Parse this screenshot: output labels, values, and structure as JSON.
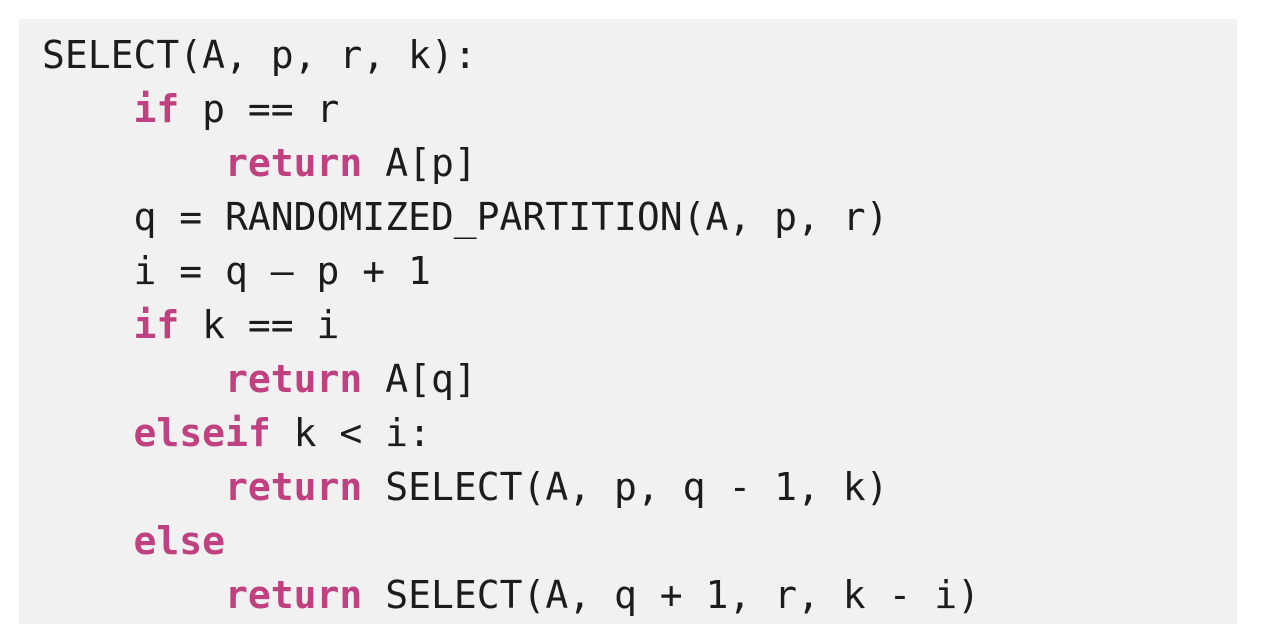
{
  "page": {
    "background": "#ffffff"
  },
  "code_block": {
    "language": "pseudocode",
    "background": "#f1f1f2",
    "text_color": "#1c1c1c",
    "keyword_color": "#c0417f",
    "lines": [
      {
        "segments": [
          {
            "t": "SELECT(A, p, r, k):",
            "k": false
          }
        ]
      },
      {
        "segments": [
          {
            "t": "    ",
            "k": false
          },
          {
            "t": "if",
            "k": true
          },
          {
            "t": " p == r",
            "k": false
          }
        ]
      },
      {
        "segments": [
          {
            "t": "        ",
            "k": false
          },
          {
            "t": "return",
            "k": true
          },
          {
            "t": " A[p]",
            "k": false
          }
        ]
      },
      {
        "segments": [
          {
            "t": "    q = RANDOMIZED_PARTITION(A, p, r)",
            "k": false
          }
        ]
      },
      {
        "segments": [
          {
            "t": "    i = q – p + 1",
            "k": false
          }
        ]
      },
      {
        "segments": [
          {
            "t": "    ",
            "k": false
          },
          {
            "t": "if",
            "k": true
          },
          {
            "t": " k == i",
            "k": false
          }
        ]
      },
      {
        "segments": [
          {
            "t": "        ",
            "k": false
          },
          {
            "t": "return",
            "k": true
          },
          {
            "t": " A[q]",
            "k": false
          }
        ]
      },
      {
        "segments": [
          {
            "t": "    ",
            "k": false
          },
          {
            "t": "elseif",
            "k": true
          },
          {
            "t": " k < i:",
            "k": false
          }
        ]
      },
      {
        "segments": [
          {
            "t": "        ",
            "k": false
          },
          {
            "t": "return",
            "k": true
          },
          {
            "t": " SELECT(A, p, q - 1, k)",
            "k": false
          }
        ]
      },
      {
        "segments": [
          {
            "t": "    ",
            "k": false
          },
          {
            "t": "else",
            "k": true
          }
        ]
      },
      {
        "segments": [
          {
            "t": "        ",
            "k": false
          },
          {
            "t": "return",
            "k": true
          },
          {
            "t": " SELECT(A, q + 1, r, k - i)",
            "k": false
          }
        ]
      }
    ]
  }
}
